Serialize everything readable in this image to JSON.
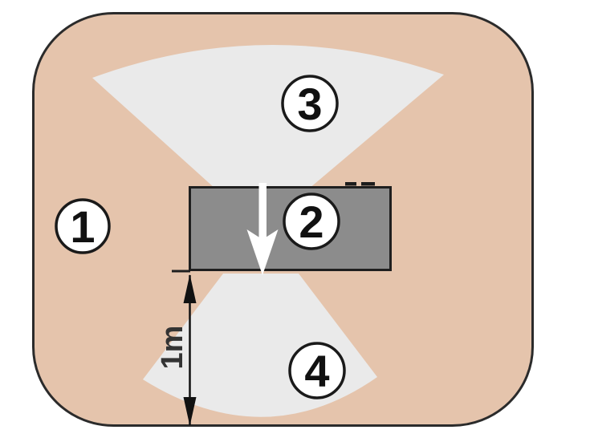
{
  "diagram": {
    "dimension_label": "1m",
    "zones": [
      {
        "label": "1"
      },
      {
        "label": "2"
      },
      {
        "label": "3"
      },
      {
        "label": "4"
      }
    ],
    "colors": {
      "outer_zone_fill": "#e5c4ac",
      "fan_zone_fill": "#eaeaea",
      "equipment_fill": "#8c8c8c",
      "outline": "#2b2b2b",
      "arrow_fill": "#ffffff",
      "dimension_color": "#111111"
    }
  }
}
